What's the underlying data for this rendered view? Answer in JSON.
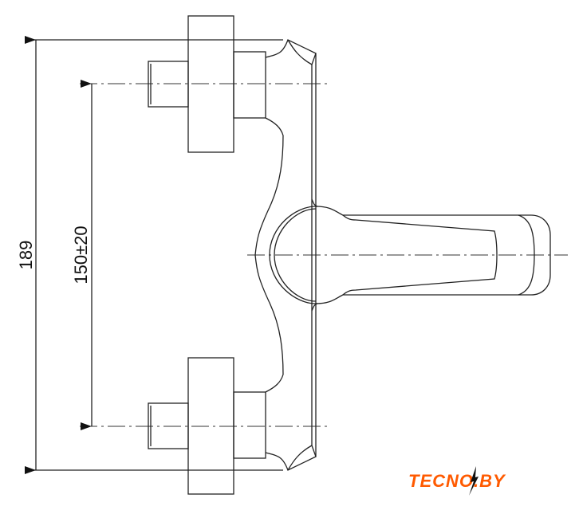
{
  "dimensions": {
    "total_height": "189",
    "inlet_spacing": "150±20"
  },
  "logo": {
    "text": "TECNO.BY",
    "color": "#ff5a00"
  }
}
